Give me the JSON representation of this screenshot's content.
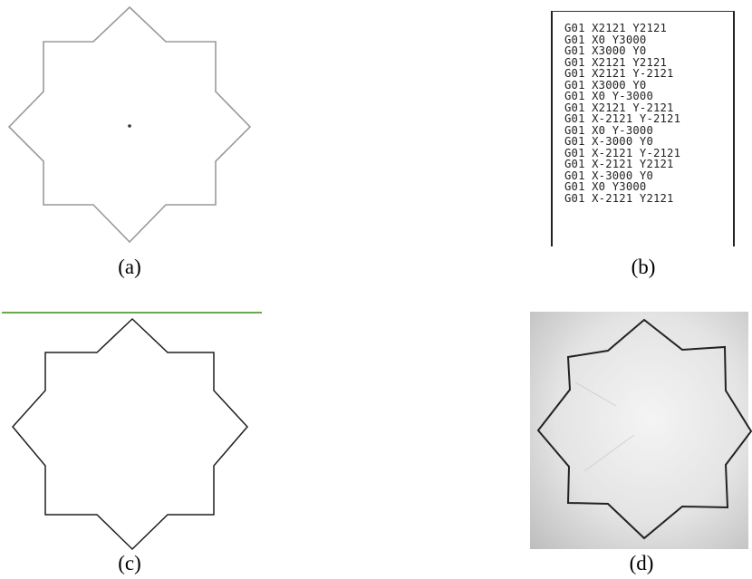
{
  "captions": {
    "a": "(a)",
    "b": "(b)",
    "c": "(c)",
    "d": "(d)"
  },
  "gcode": [
    "G01 X2121 Y2121",
    "G01 X0 Y3000",
    "G01 X3000 Y0",
    "G01 X2121 Y2121",
    "G01 X2121 Y-2121",
    "G01 X3000 Y0",
    "G01 X0 Y-3000",
    "G01 X2121 Y-2121",
    "G01 X-2121 Y-2121",
    "G01 X0 Y-3000",
    "G01 X-3000 Y0",
    "G01 X-2121 Y-2121",
    "G01 X-2121 Y2121",
    "G01 X-3000 Y0",
    "G01 X0 Y3000",
    "G01 X-2121 Y2121"
  ],
  "colors": {
    "outline_a": "#9a9a9a",
    "outline_c": "#1e1e1e",
    "outline_d": "#222222",
    "green_line": "#6aa84f"
  }
}
